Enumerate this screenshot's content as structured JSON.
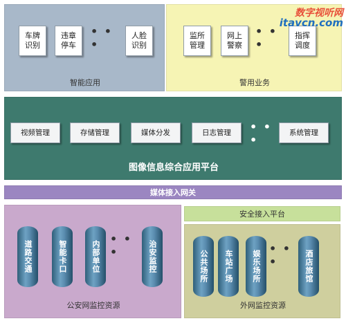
{
  "watermark": {
    "line1": "数字视听网",
    "line2": "itavcn.com"
  },
  "smart_app": {
    "cards": [
      "车牌\n识别",
      "违章\n停车",
      "人脸\n识别"
    ],
    "ellipsis": "• • •",
    "caption": "智能应用"
  },
  "police": {
    "cards": [
      "监所\n管理",
      "网上\n警察",
      "指挥\n调度"
    ],
    "ellipsis": "• • •",
    "caption": "警用业务"
  },
  "platform": {
    "modules": [
      "视频管理",
      "存储管理",
      "媒体分发",
      "日志管理",
      "系统管理"
    ],
    "ellipsis": "• • •",
    "title": "图像信息综合应用平台"
  },
  "gateway": {
    "label": "媒体接入网关"
  },
  "public_net": {
    "resources": [
      "道路交通",
      "智能卡口",
      "内部单位",
      "治安监控"
    ],
    "ellipsis": "• • •",
    "caption": "公安网监控资源"
  },
  "secure_platform": {
    "label": "安全接入平台"
  },
  "external_net": {
    "resources": [
      "公共场所",
      "车站广场",
      "娱乐场所",
      "酒店旅馆"
    ],
    "ellipsis": "• • •",
    "caption": "外网监控资源"
  },
  "colors": {
    "smart_bg": "#a8b8c9",
    "police_bg": "#f6f4b4",
    "platform_bg": "#3e7a6e",
    "gateway_bg": "#9b86c1",
    "public_bg": "#c9a9cc",
    "secure_bg": "#c7e09b",
    "external_bg": "#cfcf9e",
    "watermark_red": "#e8503a",
    "watermark_blue": "#1f6fbf"
  }
}
